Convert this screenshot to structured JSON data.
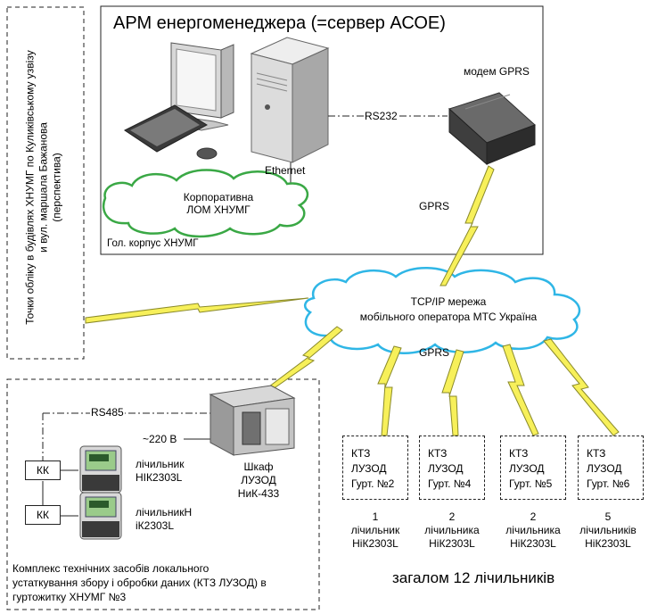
{
  "arm_title": "АРМ енергоменеджера (=сервер АСОЕ)",
  "modem_label": "модем GPRS",
  "rs232_label": "RS232",
  "ethernet_label": "Ethernet",
  "corp_lan": {
    "line1": "Корпоративна",
    "line2": "ЛОМ ХНУМГ"
  },
  "main_building": "Гол. корпус ХНУМГ",
  "gprs_label": "GPRS",
  "gprs_label_bottom": "GPRS",
  "mobile_net": {
    "line1": "TCP/IP мережа",
    "line2": "мобільного оператора МТС Україна"
  },
  "left_points": {
    "line1": "Точки обліку в будівлях ХНУМГ по Куликівському узвізу",
    "line2": "и вул. маршала Бажанова",
    "line3": "(перспектива)"
  },
  "rs485_label": "RS485",
  "power_label": "~220 В",
  "cabinet": {
    "line1": "Шкаф",
    "line2": "ЛУЗОД",
    "line3": "НиК-433"
  },
  "meter1": {
    "line1": "лічильник",
    "line2": "НІК2303L"
  },
  "meter2": {
    "line1": "лічильникН",
    "line2": "іК2303L"
  },
  "kk_label": "КК",
  "complex_caption": {
    "line1": "Комплекс технічних засобів локального",
    "line2": "устаткування збору і обробки даних (КТЗ ЛУЗОД) в",
    "line3": "гуртожитку ХНУМГ №3"
  },
  "ktz_boxes": [
    {
      "line1": "КТЗ",
      "line2": "ЛУЗОД",
      "line3": "Гурт. №2"
    },
    {
      "line1": "КТЗ",
      "line2": "ЛУЗОД",
      "line3": "Гурт. №4"
    },
    {
      "line1": "КТЗ",
      "line2": "ЛУЗОД",
      "line3": "Гурт. №5"
    },
    {
      "line1": "КТЗ",
      "line2": "ЛУЗОД",
      "line3": "Гурт. №6"
    }
  ],
  "meter_counts": [
    {
      "line1": "1",
      "line2": "лічильник",
      "line3": "НіК2303L"
    },
    {
      "line1": "2",
      "line2": "лічильника",
      "line3": "НіК2303L"
    },
    {
      "line1": "2",
      "line2": "лічильника",
      "line3": "НіК2303L"
    },
    {
      "line1": "5",
      "line2": "лічильників",
      "line3": "НіК2303L"
    }
  ],
  "total_label": "загалом 12 лічильників",
  "colors": {
    "cloud": "#2fb6e6",
    "corp_cloud": "#3aa845",
    "lightning": "#e8e23a",
    "line": "#222222"
  }
}
